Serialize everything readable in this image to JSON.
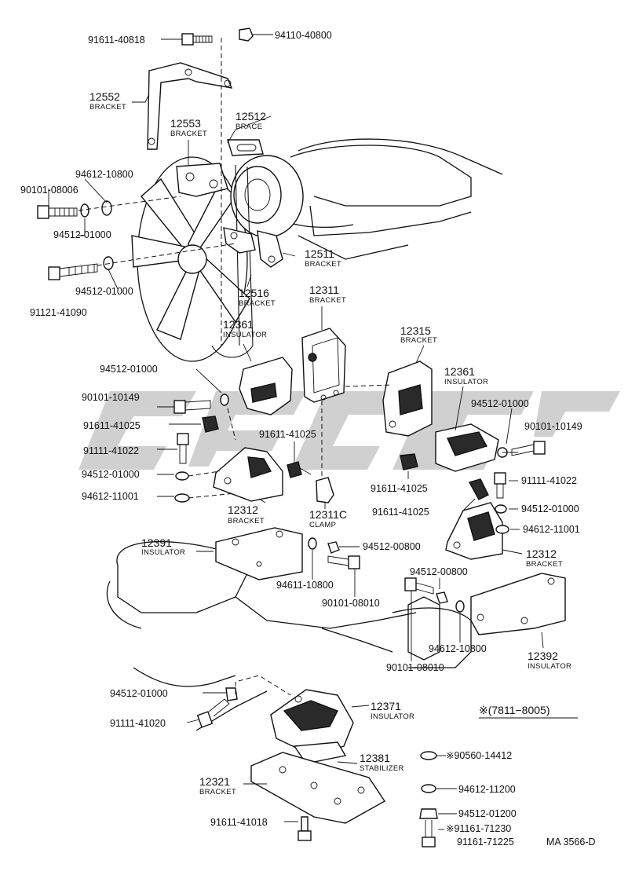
{
  "diagram": {
    "labels": [
      {
        "id": "p1",
        "code": "91611-40818",
        "name": ""
      },
      {
        "id": "p2",
        "code": "94110-40800",
        "name": ""
      },
      {
        "id": "p3",
        "code": "12552",
        "name": "BRACKET"
      },
      {
        "id": "p4",
        "code": "12512",
        "name": "BRACE"
      },
      {
        "id": "p5",
        "code": "12553",
        "name": "BRACKET"
      },
      {
        "id": "p6",
        "code": "94612-10800",
        "name": ""
      },
      {
        "id": "p7",
        "code": "90101-08006",
        "name": ""
      },
      {
        "id": "p8",
        "code": "94512-01000",
        "name": ""
      },
      {
        "id": "p9",
        "code": "12511",
        "name": "BRACKET"
      },
      {
        "id": "p10",
        "code": "91121-41090",
        "name": ""
      },
      {
        "id": "p11",
        "code": "94512-01000",
        "name": ""
      },
      {
        "id": "p12",
        "code": "12516",
        "name": "BRACKET"
      },
      {
        "id": "p13",
        "code": "12311",
        "name": "BRACKET"
      },
      {
        "id": "p14",
        "code": "12361",
        "name": "INSULATOR"
      },
      {
        "id": "p15",
        "code": "12315",
        "name": "BRACKET"
      },
      {
        "id": "p16",
        "code": "12361",
        "name": "INSULATOR"
      },
      {
        "id": "p17",
        "code": "94512-01000",
        "name": ""
      },
      {
        "id": "p18",
        "code": "90101-10149",
        "name": ""
      },
      {
        "id": "p19",
        "code": "94512-01000",
        "name": ""
      },
      {
        "id": "p20",
        "code": "90101-10149",
        "name": ""
      },
      {
        "id": "p21",
        "code": "91611-41025",
        "name": ""
      },
      {
        "id": "p22",
        "code": "91611-41025",
        "name": ""
      },
      {
        "id": "p23",
        "code": "91111-41022",
        "name": ""
      },
      {
        "id": "p24",
        "code": "91111-41022",
        "name": ""
      },
      {
        "id": "p25",
        "code": "94512-01000",
        "name": ""
      },
      {
        "id": "p26",
        "code": "91611-41025",
        "name": ""
      },
      {
        "id": "p27",
        "code": "94612-11001",
        "name": ""
      },
      {
        "id": "p28",
        "code": "91611-41025",
        "name": ""
      },
      {
        "id": "p29",
        "code": "94512-01000",
        "name": ""
      },
      {
        "id": "p30",
        "code": "12312",
        "name": "BRACKET"
      },
      {
        "id": "p31",
        "code": "12311C",
        "name": "CLAMP"
      },
      {
        "id": "p32",
        "code": "94612-11001",
        "name": ""
      },
      {
        "id": "p33",
        "code": "12391",
        "name": "INSULATOR"
      },
      {
        "id": "p34",
        "code": "94512-00800",
        "name": ""
      },
      {
        "id": "p35",
        "code": "12312",
        "name": "BRACKET"
      },
      {
        "id": "p36",
        "code": "94611-10800",
        "name": ""
      },
      {
        "id": "p37",
        "code": "94512-00800",
        "name": ""
      },
      {
        "id": "p38",
        "code": "90101-08010",
        "name": ""
      },
      {
        "id": "p39",
        "code": "94612-10800",
        "name": ""
      },
      {
        "id": "p40",
        "code": "12392",
        "name": "INSULATOR"
      },
      {
        "id": "p41",
        "code": "90101-08010",
        "name": ""
      },
      {
        "id": "p42",
        "code": "94512-01000",
        "name": ""
      },
      {
        "id": "p43",
        "code": "12371",
        "name": "INSULATOR"
      },
      {
        "id": "p44",
        "code": "91111-41020",
        "name": ""
      },
      {
        "id": "p45",
        "code": "12381",
        "name": "STABILIZER"
      },
      {
        "id": "p46",
        "code": "12321",
        "name": "BRACKET"
      },
      {
        "id": "p47",
        "code": "91611-41018",
        "name": ""
      },
      {
        "id": "p48",
        "code": "※90560-14412",
        "name": ""
      },
      {
        "id": "p49",
        "code": "94612-11200",
        "name": ""
      },
      {
        "id": "p50",
        "code": "94512-01200",
        "name": ""
      },
      {
        "id": "p51",
        "code": "※91161-71230",
        "name": ""
      },
      {
        "id": "p52",
        "code": "91161-71225",
        "name": ""
      }
    ],
    "note": "※(7811−8005)",
    "ref": "MA 3566-D",
    "watermark_color": "#c8c8c8",
    "line_color": "#111111"
  }
}
